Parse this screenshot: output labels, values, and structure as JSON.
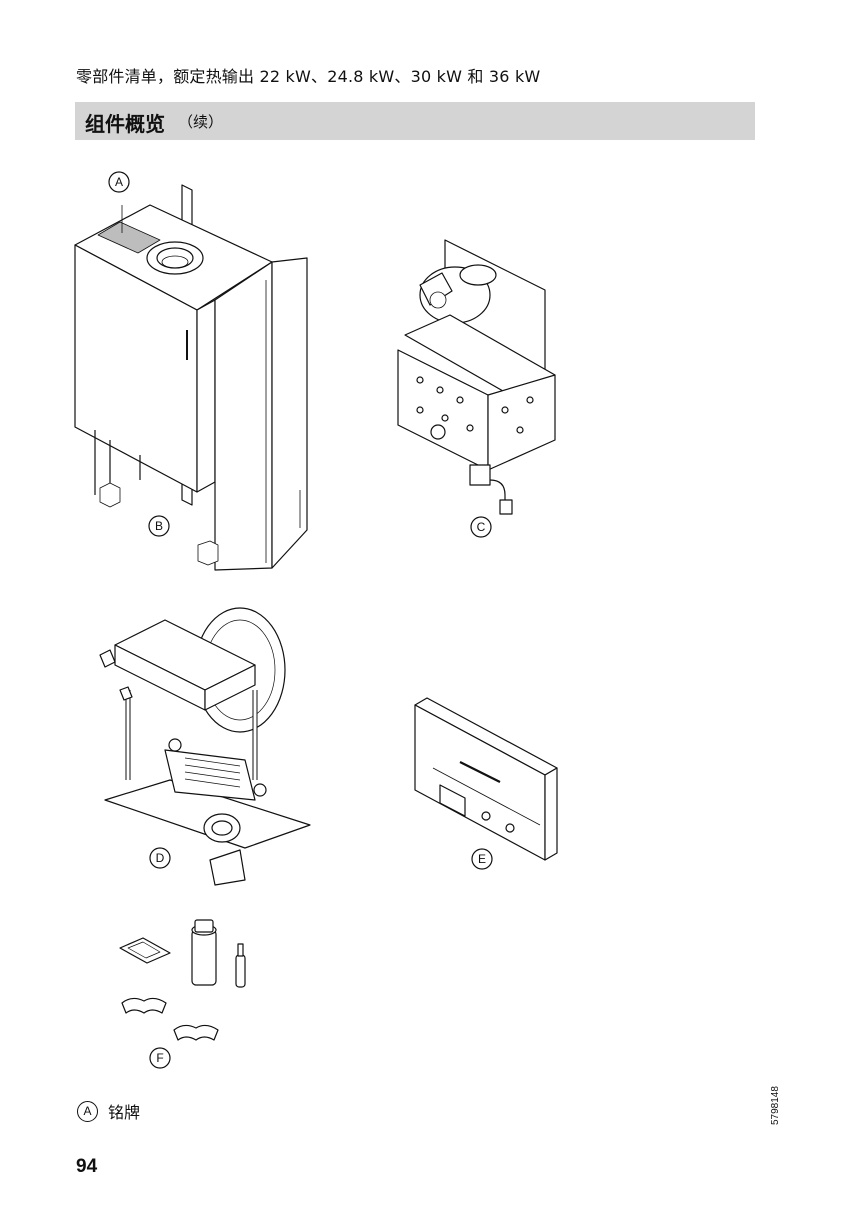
{
  "header": {
    "line": "零部件清单，额定热输出 22 kW、24.8 kW、30 kW 和 36 kW",
    "section_title": "组件概览",
    "section_subtitle": "（续）"
  },
  "figure": {
    "callouts": {
      "a": "A",
      "b": "B",
      "c": "C",
      "d": "D",
      "e": "E",
      "f": "F"
    }
  },
  "legend": {
    "letter": "A",
    "text": "铭牌"
  },
  "footer": {
    "page_number": "94",
    "doc_id": "5798148"
  }
}
